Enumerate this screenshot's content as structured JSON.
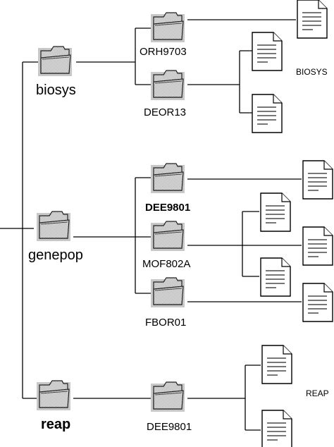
{
  "tree": {
    "root_groups": [
      {
        "label": "biosys",
        "children": [
          {
            "label": "ORH9703",
            "files": 1
          },
          {
            "label": "DEOR13",
            "files": 2
          }
        ]
      },
      {
        "label": "genepop",
        "children": [
          {
            "label": "DEE9801",
            "files": 1
          },
          {
            "label": "MOF802A",
            "files": 3
          },
          {
            "label": "FBOR01",
            "files": 1
          }
        ]
      },
      {
        "label": "reap",
        "children": [
          {
            "label": "DEE9801",
            "files": 2
          }
        ]
      }
    ],
    "side_labels": {
      "biosys": "BIOSYS",
      "reap": "REAP"
    }
  }
}
